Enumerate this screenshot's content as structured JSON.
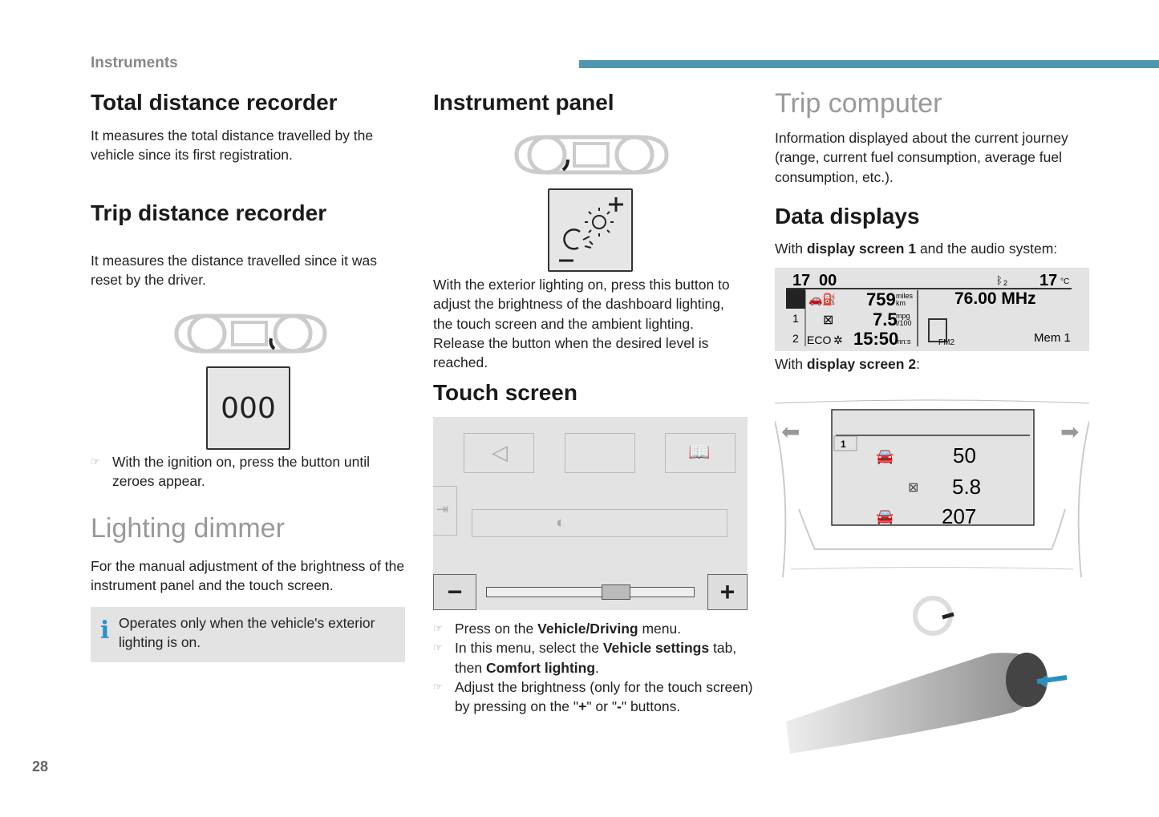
{
  "header": {
    "section": "Instruments",
    "page_number": "28"
  },
  "col1": {
    "total_title": "Total distance recorder",
    "total_text": "It measures the total distance travelled by the vehicle since its first registration.",
    "trip_title": "Trip distance recorder",
    "trip_text": "It measures the distance travelled since it was reset by the driver.",
    "reset_button_label": "000",
    "reset_bullet": "With the ignition on, press the button until zeroes appear.",
    "dimmer_title": "Lighting dimmer",
    "dimmer_text": "For the manual adjustment of the brightness of the instrument panel and the touch screen.",
    "info_text": "Operates only when the vehicle's exterior lighting is on."
  },
  "col2": {
    "panel_title": "Instrument panel",
    "panel_text": "With the exterior lighting on, press this button to adjust the brightness of the dashboard lighting, the touch screen and the ambient lighting. Release the button when the desired level is reached.",
    "touch_title": "Touch screen",
    "touch_minus": "−",
    "touch_plus": "+",
    "slider_value": 0.62,
    "bullets": [
      {
        "a": "Press on the ",
        "b": "Vehicle/Driving",
        "c": " menu."
      },
      {
        "a": "In this menu, select the ",
        "b": "Vehicle settings",
        "c": " tab, then ",
        "d": "Comfort lighting",
        "e": "."
      },
      {
        "a": "Adjust the brightness (only for the touch screen) by pressing on the \"",
        "b": "+",
        "c": "\" or \"",
        "d": "-",
        "e": "\" buttons."
      }
    ]
  },
  "col3": {
    "trip_title": "Trip computer",
    "trip_text": "Information displayed about the current journey (range, current fuel consumption, average fuel consumption, etc.).",
    "data_title": "Data displays",
    "screen1_pre": "With ",
    "screen1_bold": "display screen 1",
    "screen1_post": " and the audio system:",
    "screen1": {
      "clock_h": "17",
      "clock_m": "00",
      "bt": "2",
      "temp": "17",
      "temp_unit": "°C",
      "range": "759",
      "range_unit1": "miles",
      "range_unit2": "km",
      "cons": "7.5",
      "cons_unit1": "mpg",
      "cons_unit2": "l/100",
      "eco": "ECO",
      "time": "15:50",
      "time_unit": "mn:s",
      "row1": "1",
      "row2": "2",
      "freq": "76.00 MHz",
      "band": "FM2",
      "mem": "Mem 1"
    },
    "screen2_pre": "With ",
    "screen2_bold": "display screen 2",
    "screen2_post": ":",
    "screen2": {
      "tab": "1",
      "v1": "50",
      "v2": "5.8",
      "v3": "207"
    }
  }
}
